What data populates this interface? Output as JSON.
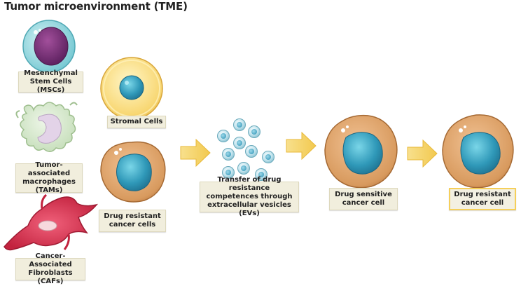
{
  "title": "Tumor microenvironment (TME)",
  "labels": {
    "mscs": "Mesenchymal\nStem Cells (MSCs)",
    "stromal": "Stromal Cells",
    "tams": "Tumor-associated\nmacrophages\n(TAMs)",
    "resistant_cells": "Drug resistant\ncancer cells",
    "cafs": "Cancer-Associated\nFibroblasts (CAFs)",
    "evs": "Transfer of drug resistance\ncompetences through\nextracellular vesicles (EVs)",
    "sensitive": "Drug sensitive\ncancer cell",
    "resistant_final": "Drug resistant\ncancer cell"
  },
  "colors": {
    "arrow": "#f6d36a",
    "cancer_cell": "#d89a5e",
    "nucleus": "#2f98b8",
    "label_bg": "#f1eedd",
    "highlight_border": "#f5cf5a"
  }
}
